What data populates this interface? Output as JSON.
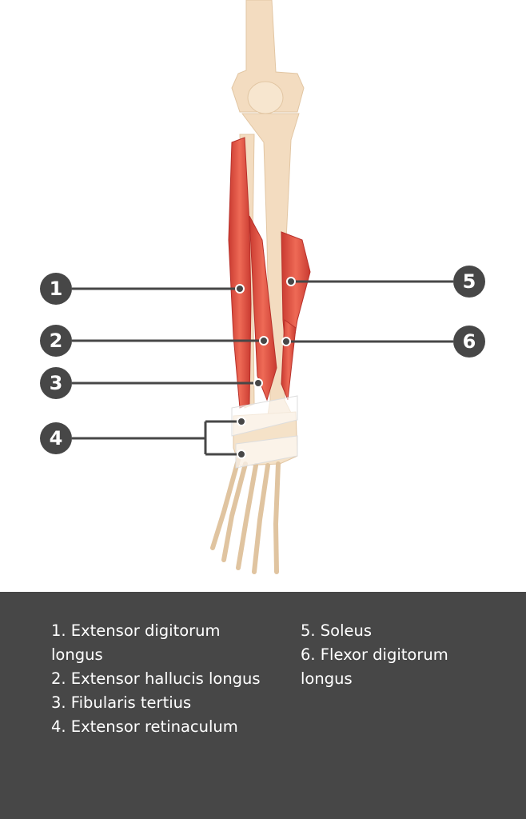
{
  "diagram": {
    "markers": [
      "1",
      "2",
      "3",
      "4",
      "5",
      "6"
    ],
    "colors": {
      "muscle": "#e0463a",
      "bone": "#f2dcc0",
      "leader": "#474747",
      "panel": "#474747"
    }
  },
  "legend": {
    "left": [
      "1. Extensor digitorum\nlongus",
      "2. Extensor hallucis longus",
      "3. Fibularis tertius",
      "4. Extensor retinaculum"
    ],
    "right": [
      "5. Soleus",
      "6. Flexor digitorum\nlongus"
    ]
  }
}
